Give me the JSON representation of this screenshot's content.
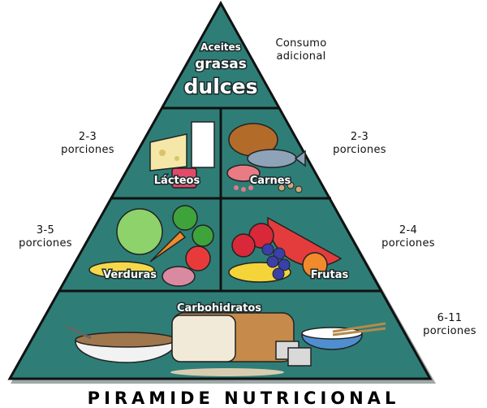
{
  "pyramid": {
    "title": "PIRAMIDE NUTRICIONAL",
    "colors": {
      "fill": "#2e7e77",
      "outline": "#111111",
      "shadow": "#9ea8a8"
    },
    "top": {
      "label_line1": "Aceites",
      "label_line2": "grasas",
      "label_line3": "dulces",
      "side_line1": "Consumo",
      "side_line2": "adicional"
    },
    "tier2": {
      "left_label": "Lácteos",
      "right_label": "Carnes",
      "left_side_line1": "2-3",
      "left_side_line2": "porciones",
      "right_side_line1": "2-3",
      "right_side_line2": "porciones"
    },
    "tier3": {
      "left_label": "Verduras",
      "right_label": "Frutas",
      "left_side_line1": "3-5",
      "left_side_line2": "porciones",
      "right_side_line1": "2-4",
      "right_side_line2": "porciones"
    },
    "tier4": {
      "label": "Carbohidratos",
      "side_line1": "6-11",
      "side_line2": "porciones"
    }
  }
}
